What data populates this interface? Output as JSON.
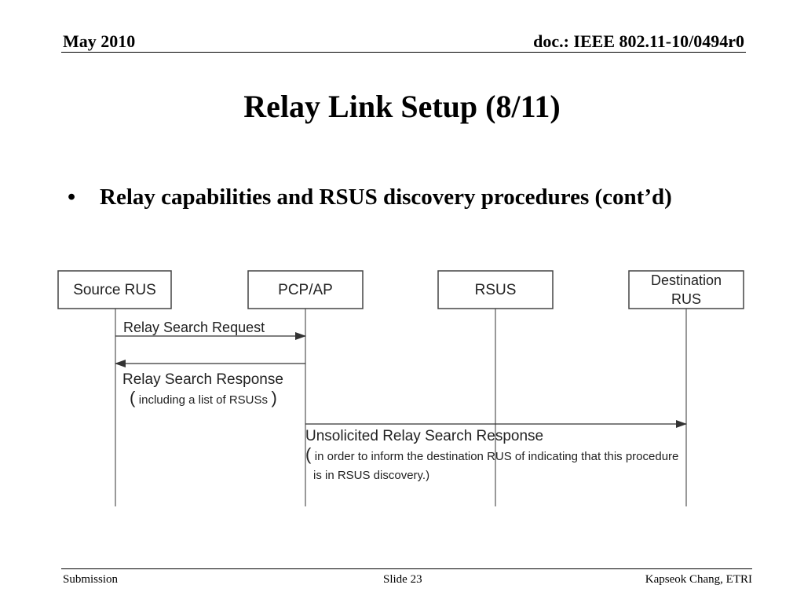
{
  "header": {
    "date": "May 2010",
    "doc": "doc.: IEEE 802.11-10/0494r0"
  },
  "slide": {
    "title": "Relay Link Setup (8/11)",
    "bullet": {
      "marker": "•",
      "text": "Relay capabilities and RSUS discovery procedures (cont’d)"
    }
  },
  "diagram": {
    "entities": [
      {
        "line1": "Source RUS",
        "line2": ""
      },
      {
        "line1": "PCP/AP",
        "line2": ""
      },
      {
        "line1": "RSUS",
        "line2": ""
      },
      {
        "line1": "Destination",
        "line2": "RUS"
      }
    ],
    "messages": [
      {
        "label": "Relay Search Request",
        "sub": ""
      },
      {
        "label": "Relay Search Response",
        "sub_open": "(",
        "sub": "including a list of RSUSs",
        "sub_close": ")"
      },
      {
        "label": "Unsolicited Relay Search Response",
        "sub_open": "(",
        "sub": "in order to inform the destination RUS of indicating that this procedure",
        "sub2": "is in RSUS discovery.)"
      }
    ],
    "colors": {
      "line": "#333333",
      "box_border": "#444444"
    }
  },
  "footer": {
    "left": "Submission",
    "center": "Slide 23",
    "right": "Kapseok Chang, ETRI"
  }
}
